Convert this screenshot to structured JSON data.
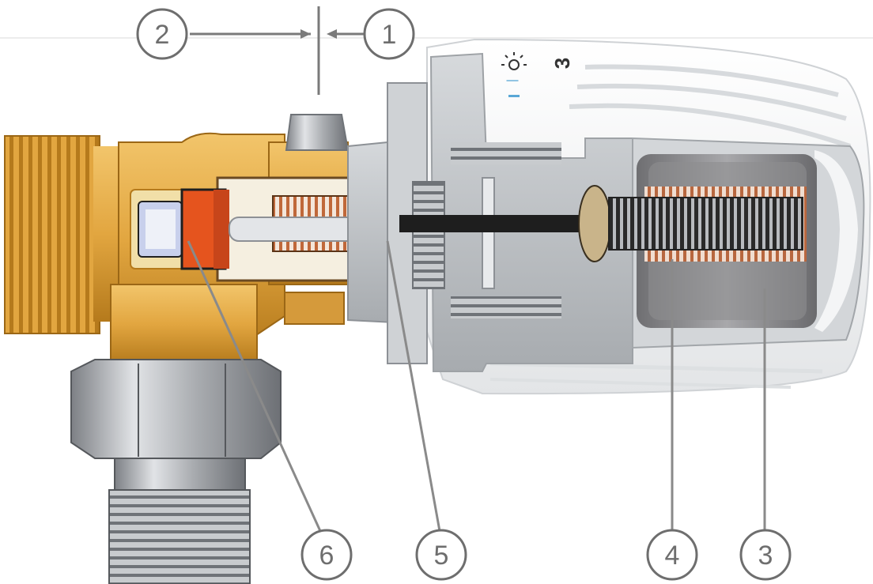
{
  "diagram": {
    "callouts": [
      {
        "number": "1"
      },
      {
        "number": "2"
      },
      {
        "number": "3"
      },
      {
        "number": "4"
      },
      {
        "number": "5"
      },
      {
        "number": "6"
      }
    ],
    "dial": {
      "setting": "3",
      "mark": "|"
    },
    "colors": {
      "brass": "#e2a640",
      "brass_dark": "#b57a1c",
      "chrome": "#b9bcc0",
      "housing_white": "#f2f3f4",
      "housing_gray": "#c4c7ca",
      "spring_copper": "#b8673f",
      "seal_orange": "#e5541e",
      "callout_gray": "#6e6e6e"
    }
  }
}
